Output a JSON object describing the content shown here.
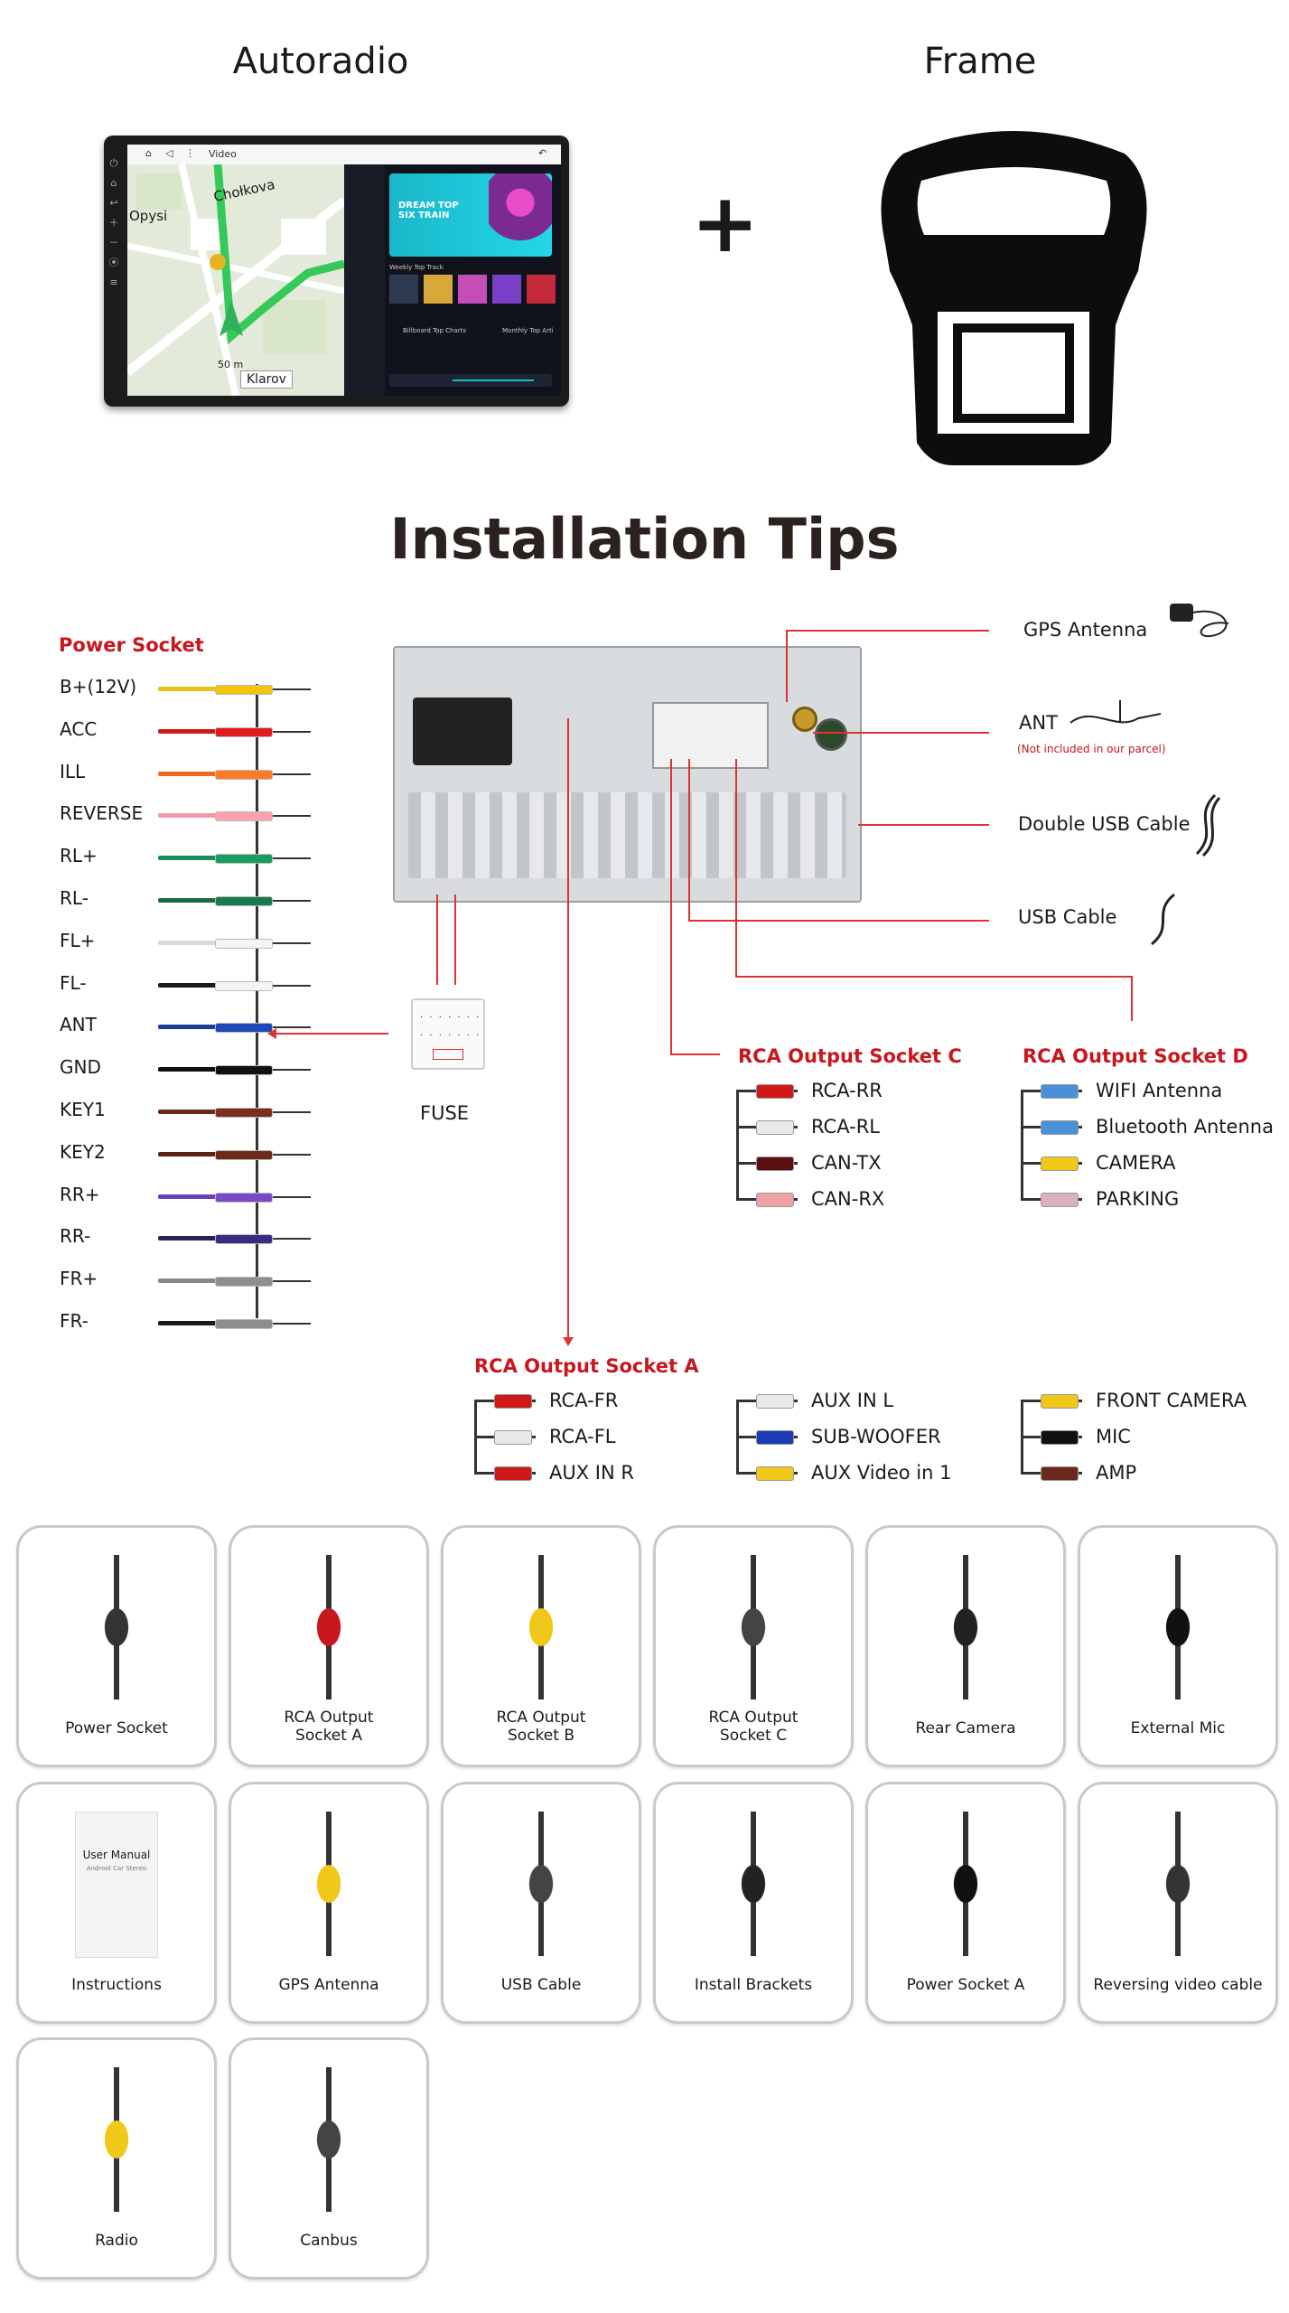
{
  "header": {
    "autoradio": "Autoradio",
    "plus": "+",
    "frame": "Frame"
  },
  "screen": {
    "topbar_label": "Video",
    "map_labels": [
      "Chołkova",
      "Opysi",
      "Klarov",
      "50 m",
      "Klarov"
    ],
    "promo_title": "DREAM TOP SIX TRAIN",
    "sections": [
      "Weekly Top Track",
      "Billboard Top Charts",
      "Monthly Top Arti"
    ]
  },
  "title": "Installation Tips",
  "power_socket": {
    "title": "Power Socket",
    "wires": [
      {
        "label": "B+(12V)",
        "color": "#e8c21a",
        "cap": "#f2c510"
      },
      {
        "label": "ACC",
        "color": "#d11818",
        "cap": "#e21c1c"
      },
      {
        "label": "ILL",
        "color": "#ef6a1c",
        "cap": "#ff7a24"
      },
      {
        "label": "REVERSE",
        "color": "#f39aa6",
        "cap": "#ff9fb0"
      },
      {
        "label": "RL+",
        "color": "#1f8a5a",
        "cap": "#1a9c60"
      },
      {
        "label": "RL-",
        "color": "#1a6b45",
        "cap": "#1a7a4d"
      },
      {
        "label": "FL+",
        "color": "#d9d9d9",
        "cap": "#f4f4f4"
      },
      {
        "label": "FL-",
        "color": "#1a1a1a",
        "cap": "#f4f4f4"
      },
      {
        "label": "ANT",
        "color": "#1d3c9c",
        "cap": "#2048b8"
      },
      {
        "label": "GND",
        "color": "#111111",
        "cap": "#111111"
      },
      {
        "label": "KEY1",
        "color": "#6b2a1a",
        "cap": "#7a2e1c"
      },
      {
        "label": "KEY2",
        "color": "#5a2414",
        "cap": "#6e2a18"
      },
      {
        "label": "RR+",
        "color": "#6a3fb0",
        "cap": "#7a48c8"
      },
      {
        "label": "RR-",
        "color": "#2a2060",
        "cap": "#3a2a80"
      },
      {
        "label": "FR+",
        "color": "#888888",
        "cap": "#8e8e8e"
      },
      {
        "label": "FR-",
        "color": "#1a1a1a",
        "cap": "#8e8e8e"
      }
    ]
  },
  "fuse": "FUSE",
  "right_outputs": {
    "gps": "GPS Antenna",
    "ant": "ANT",
    "ant_note": "(Not included in our parcel)",
    "double_usb": "Double USB Cable",
    "usb": "USB Cable"
  },
  "socket_c": {
    "title": "RCA Output Socket C",
    "items": [
      {
        "label": "RCA-RR",
        "color": "#d11818"
      },
      {
        "label": "RCA-RL",
        "color": "#e8e8e8"
      },
      {
        "label": "CAN-TX",
        "color": "#5a1010"
      },
      {
        "label": "CAN-RX",
        "color": "#f2a0a8"
      }
    ]
  },
  "socket_d": {
    "title": "RCA Output Socket D",
    "items": [
      {
        "label": "WIFI Antenna",
        "color": "#4a90d8"
      },
      {
        "label": "Bluetooth Antenna",
        "color": "#4a90d8"
      },
      {
        "label": "CAMERA",
        "color": "#f0c81a"
      },
      {
        "label": "PARKING",
        "color": "#d8b0c0"
      }
    ]
  },
  "socket_a": {
    "title": "RCA Output Socket A",
    "col1": [
      {
        "label": "RCA-FR",
        "color": "#d11818"
      },
      {
        "label": "RCA-FL",
        "color": "#e8e8e8"
      },
      {
        "label": "AUX IN R",
        "color": "#d11818"
      }
    ],
    "col2": [
      {
        "label": "AUX IN L",
        "color": "#e8e8e8"
      },
      {
        "label": "SUB-WOOFER",
        "color": "#1d3cb8"
      },
      {
        "label": "AUX Video in 1",
        "color": "#f0c81a"
      }
    ],
    "col3": [
      {
        "label": "FRONT CAMERA",
        "color": "#f0c81a"
      },
      {
        "label": "MIC",
        "color": "#111111"
      },
      {
        "label": "AMP",
        "color": "#6b2a1a"
      }
    ]
  },
  "accessories": {
    "row1": [
      "Power Socket",
      "RCA Output\nSocket A",
      "RCA Output\nSocket B",
      "RCA Output\nSocket C",
      "Rear Camera",
      "External Mic"
    ],
    "row2": [
      "Instructions",
      "GPS Antenna",
      "USB Cable",
      "Install  Brackets",
      "Power Socket A",
      "Reversing video cable"
    ],
    "row3": [
      "Radio",
      "Canbus"
    ],
    "manual_title": "User Manual",
    "manual_sub": "Android Car Stereo"
  }
}
